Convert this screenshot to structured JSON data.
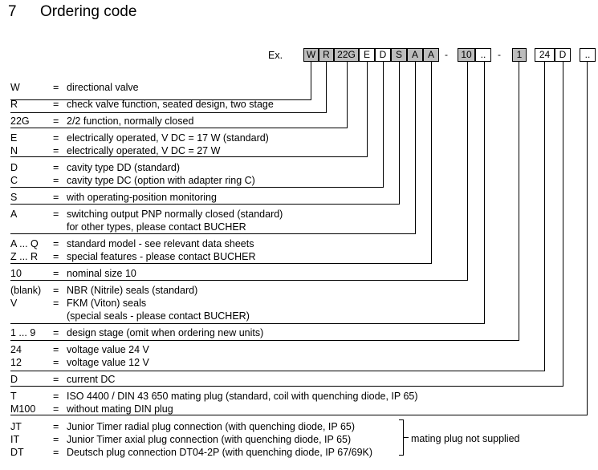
{
  "section": {
    "number": "7",
    "title": "Ordering code"
  },
  "example": {
    "label": "Ex.",
    "boxes": [
      "W",
      "R",
      "22G",
      "E",
      "D",
      "S",
      "A",
      "A",
      "10",
      "..",
      "1",
      "24",
      "D",
      ".."
    ],
    "separators": [
      "-",
      "-"
    ]
  },
  "rows": [
    {
      "code": "W",
      "eq": "=",
      "text": "directional valve"
    },
    {
      "code": "R",
      "eq": "=",
      "text": "check valve function, seated design, two stage"
    },
    {
      "code": "22G",
      "eq": "=",
      "text": "2/2 function, normally closed"
    },
    {
      "code": "E",
      "eq": "=",
      "text": "electrically operated, V DC = 17  W (standard)"
    },
    {
      "code": "N",
      "eq": "=",
      "text": "electrically operated, V DC = 27  W"
    },
    {
      "code": "D",
      "eq": "=",
      "text": "cavity type DD  (standard)"
    },
    {
      "code": "C",
      "eq": "=",
      "text": "cavity type DC  (option with adapter ring C)"
    },
    {
      "code": "S",
      "eq": "=",
      "text": "with operating-position monitoring"
    },
    {
      "code": "A",
      "eq": "=",
      "text": "switching output PNP normally closed (standard)"
    },
    {
      "code": "",
      "eq": "",
      "text": "for other types, please contact BUCHER"
    },
    {
      "code": "A ... Q",
      "eq": "=",
      "text": "standard model - see relevant data sheets"
    },
    {
      "code": "Z ... R",
      "eq": "=",
      "text": "special features - please contact BUCHER"
    },
    {
      "code": "10",
      "eq": "=",
      "text": "nominal size 10"
    },
    {
      "code": "(blank)",
      "eq": "=",
      "text": "NBR (Nitrile) seals  (standard)"
    },
    {
      "code": "V",
      "eq": "=",
      "text": "FKM (Viton) seals"
    },
    {
      "code": "",
      "eq": "",
      "text": "(special seals - please contact BUCHER)"
    },
    {
      "code": "1 ... 9",
      "eq": "=",
      "text": "design stage (omit when ordering new units)"
    },
    {
      "code": "24",
      "eq": "=",
      "text": "voltage value 24 V"
    },
    {
      "code": "12",
      "eq": "=",
      "text": "voltage value 12 V"
    },
    {
      "code": "D",
      "eq": "=",
      "text": "current  DC"
    },
    {
      "code": "T",
      "eq": "=",
      "text": "ISO 4400 / DIN 43 650 mating plug (standard, coil with quenching diode, IP 65)"
    },
    {
      "code": "M100",
      "eq": "=",
      "text": "without mating DIN plug"
    },
    {
      "code": "JT",
      "eq": "=",
      "text": "Junior Timer radial plug connection (with quenching diode, IP 65)"
    },
    {
      "code": "IT",
      "eq": "=",
      "text": "Junior Timer axial plug connection (with quenching diode, IP 65)"
    },
    {
      "code": "DT",
      "eq": "=",
      "text": "Deutsch plug connection DT04-2P (with quenching diode, IP 67/69K)"
    }
  ],
  "bracket_note": "mating plug not supplied"
}
